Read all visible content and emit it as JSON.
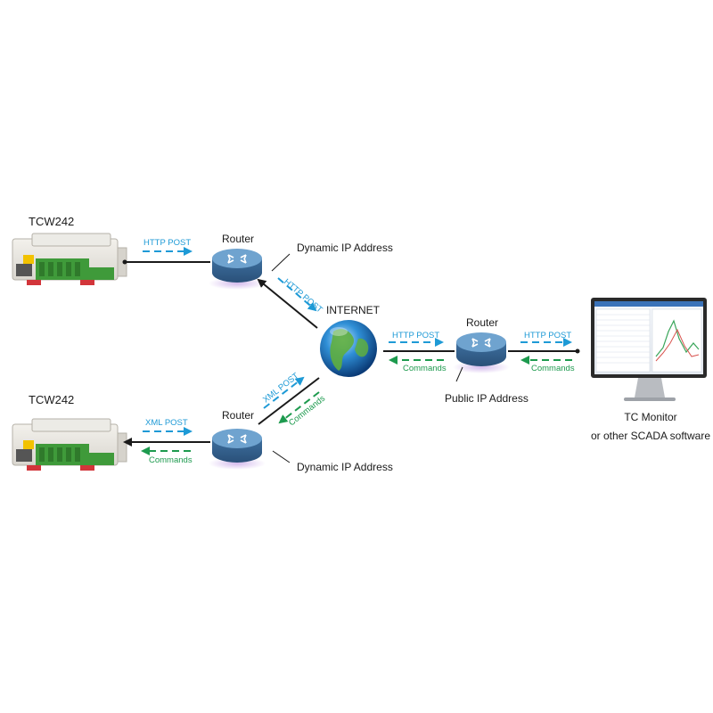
{
  "colors": {
    "http_arrow": "#1e9ad6",
    "command_arrow": "#1d9a4e",
    "link": "#1a1a1a",
    "router_body": "#4f86b5",
    "router_top": "#6fa3cf"
  },
  "device_top": {
    "label": "TCW242",
    "send_label": "HTTP POST"
  },
  "device_bottom": {
    "label": "TCW242",
    "send_label": "XML POST",
    "receive_label": "Commands"
  },
  "router_top": {
    "label": "Router",
    "address_label": "Dynamic IP Address",
    "uplink_label": "HTTP POST"
  },
  "router_bottom": {
    "label": "Router",
    "address_label": "Dynamic IP Address",
    "uplink_label": "XML POST",
    "downlink_label": "Commands"
  },
  "internet": {
    "label": "INTERNET",
    "send_label": "HTTP POST",
    "receive_label": "Commands"
  },
  "router_public": {
    "label": "Router",
    "address_label": "Public IP Address",
    "send_label": "HTTP POST",
    "receive_label": "Commands"
  },
  "monitor": {
    "title": "TC Monitor",
    "subtitle": "or other SCADA software"
  }
}
